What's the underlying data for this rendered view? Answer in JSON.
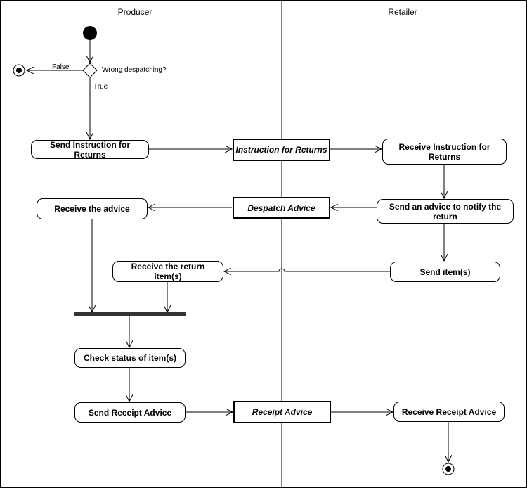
{
  "lanes": {
    "producer": "Producer",
    "retailer": "Retailer"
  },
  "decision": {
    "question": "Wrong despatching?",
    "false_label": "False",
    "true_label": "True"
  },
  "activities": {
    "send_instruction": "Send Instruction for Returns",
    "receive_instruction": "Receive Instruction for Returns",
    "send_advice_notify": "Send an advice to notify the return",
    "receive_advice": "Receive the advice",
    "send_items": "Send item(s)",
    "receive_return_items": "Receive the return item(s)",
    "check_status": "Check status of item(s)",
    "send_receipt_advice": "Send Receipt Advice",
    "receive_receipt_advice": "Receive Receipt Advice"
  },
  "objects": {
    "instruction_for_returns": "Instruction for Returns",
    "despatch_advice": "Despatch Advice",
    "receipt_advice": "Receipt Advice"
  }
}
